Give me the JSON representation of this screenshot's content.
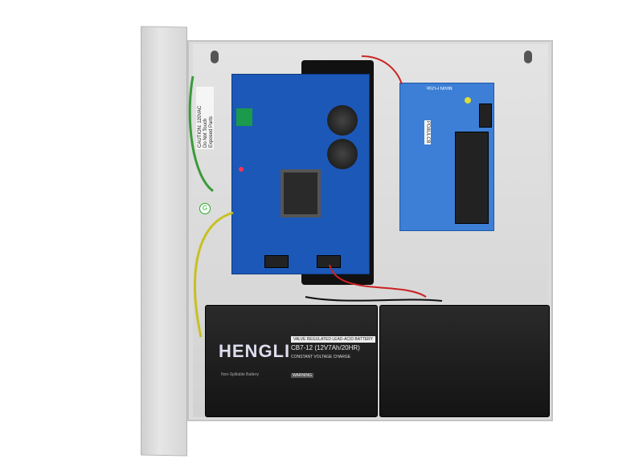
{
  "caution_label": {
    "line1": "CAUTION: 120VAC",
    "line2": "Do Not Touch",
    "line3": "Exposed Parts"
  },
  "battery": {
    "brand": "HENGLI",
    "subtitle": "Non-Spillable Battery",
    "type": "VALVE REGULATED LEAD-ACID BATTERY",
    "model": "CB7-12 (12V7Ah/20HR)",
    "charge": "CONSTANT VOLTAGE CHARGE",
    "warning": "WARNING"
  },
  "distribution_board": {
    "fuse_label": "MAIN FUSE",
    "model": "PD8ULCB"
  },
  "ground_symbol": "G",
  "colors": {
    "psu_board": "#1c58b8",
    "dist_board": "#3d7fd6",
    "enclosure": "#dcdcdc",
    "battery": "#1a1a1a"
  }
}
